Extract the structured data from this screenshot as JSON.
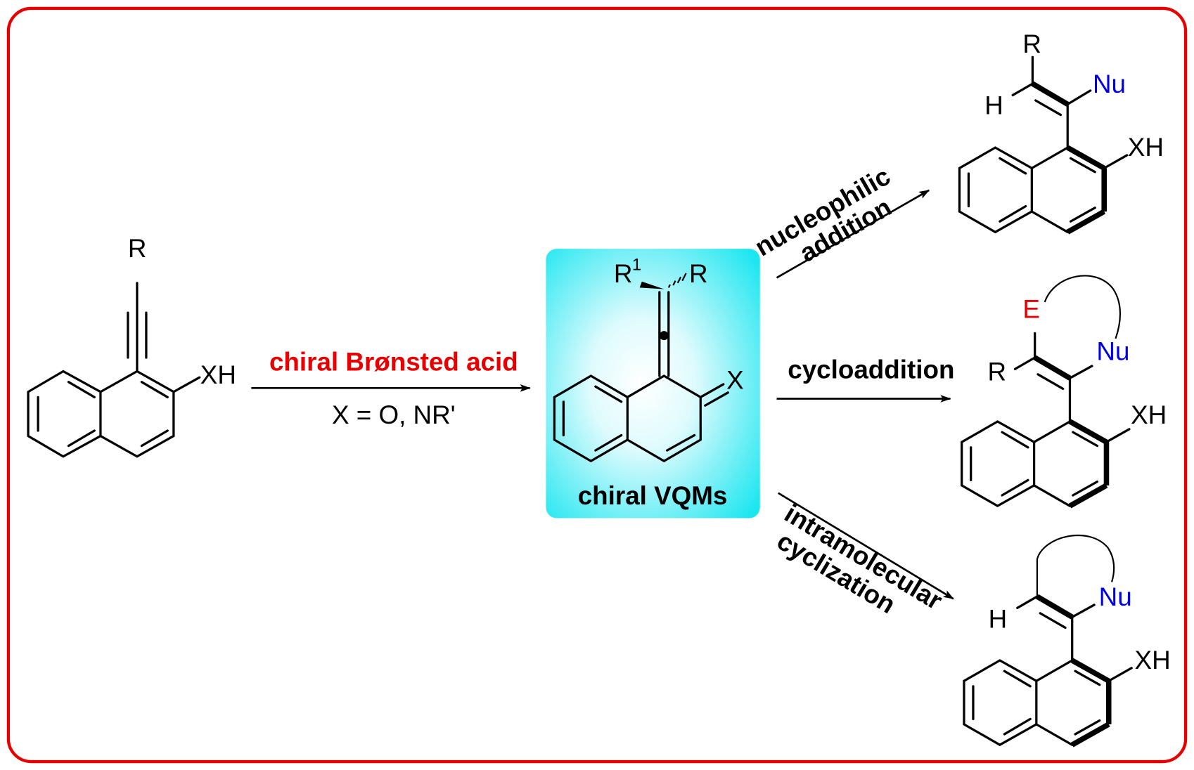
{
  "colors": {
    "frame": "#e60000",
    "vqm_box_edge": "#1ee6f0",
    "vqm_box_center": "#ffffff",
    "reagent_text": "#e60000",
    "nucleophile": "#0000e6",
    "electrophile": "#e60000"
  },
  "starting_material": {
    "alkyne_substituent": "R",
    "ring_substituent": "XH"
  },
  "main_reaction": {
    "reagent": "chiral Brønsted acid",
    "condition": "X = O, NR'"
  },
  "intermediate": {
    "label": "chiral VQMs",
    "substituent_r1": "R",
    "substituent_r1_superscript": "1",
    "substituent_r": "R",
    "exocyclic_atom": "X"
  },
  "pathways": [
    {
      "label_line1": "nucleophilic",
      "label_line2": "addition",
      "product": {
        "top": "R",
        "vinyl_h": "H",
        "nucleophile": "Nu",
        "ring_substituent": "XH"
      }
    },
    {
      "label_line1": "cycloaddition",
      "product": {
        "electrophile": "E",
        "vinyl_r": "R",
        "nucleophile": "Nu",
        "ring_substituent": "XH"
      }
    },
    {
      "label_line1": "intramolecular",
      "label_line2": "cyclization",
      "product": {
        "vinyl_h": "H",
        "nucleophile": "Nu",
        "ring_substituent": "XH"
      }
    }
  ]
}
